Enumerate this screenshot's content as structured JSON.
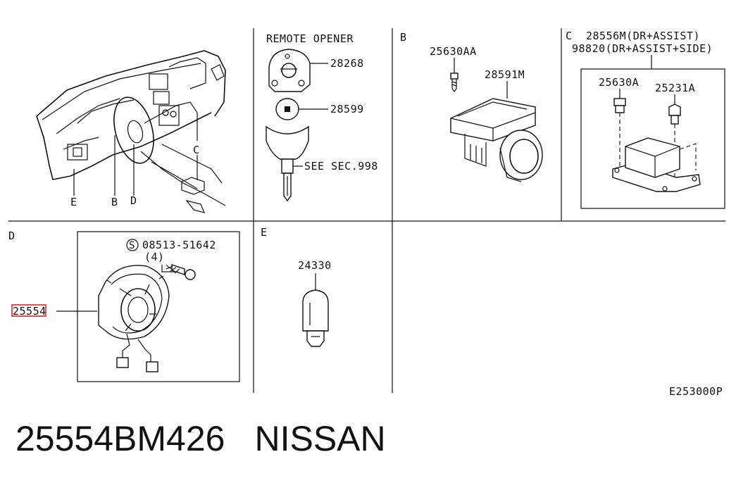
{
  "sections": {
    "remote": {
      "title": "REMOTE OPENER",
      "parts": [
        "28268",
        "28599",
        "SEE SEC.998"
      ]
    },
    "b": {
      "letter": "B",
      "parts": [
        "25630AA",
        "28591M"
      ]
    },
    "c": {
      "letter": "C",
      "line1": "28556M(DR+ASSIST)",
      "line2": "98820(DR+ASSIST+SIDE)",
      "parts": [
        "25630A",
        "25231A"
      ]
    },
    "d": {
      "letter": "D",
      "screw_code": "08513-51642",
      "screw_symbol": "S",
      "qty": "(4)",
      "part": "25554"
    },
    "e": {
      "letter": "E",
      "part": "24330"
    },
    "overview": {
      "callouts": [
        "E",
        "B",
        "D",
        "C"
      ]
    }
  },
  "diagram_code": "E253000P",
  "footer": {
    "part_number": "25554BM426",
    "brand": "NISSAN"
  },
  "highlight_color": "#e8202a"
}
